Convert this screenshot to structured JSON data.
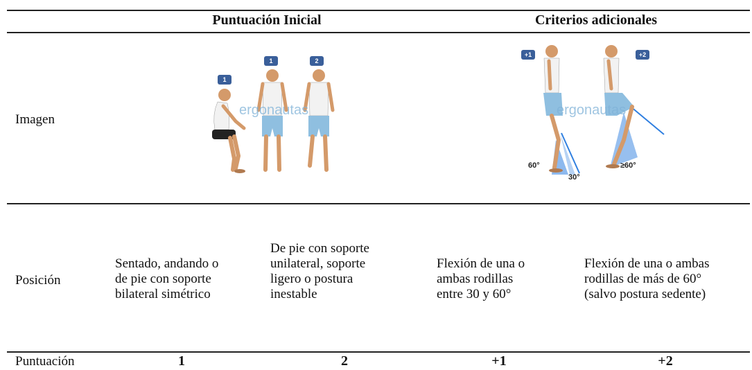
{
  "header": {
    "initial_score": "Puntuación Inicial",
    "additional_criteria": "Criterios adicionales"
  },
  "rows": {
    "image_label": "Imagen",
    "position_label": "Posición",
    "score_label": "Puntuación"
  },
  "positions": {
    "p1": [
      "Sentado, andando o",
      "de pie con soporte",
      "bilateral simétrico"
    ],
    "p2": [
      "De pie con soporte",
      "unilateral, soporte",
      "ligero o postura",
      "inestable"
    ],
    "p3": [
      "Flexión de una o",
      "ambas rodillas",
      "entre 30 y 60°"
    ],
    "p4": [
      "Flexión de una o ambas",
      "rodillas de más de 60°",
      "(salvo postura sedente)"
    ]
  },
  "scores": {
    "s1": "1",
    "s2": "2",
    "s3": "+1",
    "s4": "+2"
  },
  "image_badges": {
    "seated": "1",
    "standing_bilateral": "1",
    "standing_unilateral": "2",
    "flex_30_60": "+1",
    "flex_60": "+2"
  },
  "watermark": "ergonautas",
  "angles": {
    "a60": "60°",
    "a30": "30°",
    "a60b": "≥60°"
  },
  "colors": {
    "badge": "#3a5f9a",
    "skin": "#d49a6a",
    "shirt": "#f2f2f2",
    "shorts": "#8fbfe0",
    "angle_fill": "#2f7fe0"
  }
}
